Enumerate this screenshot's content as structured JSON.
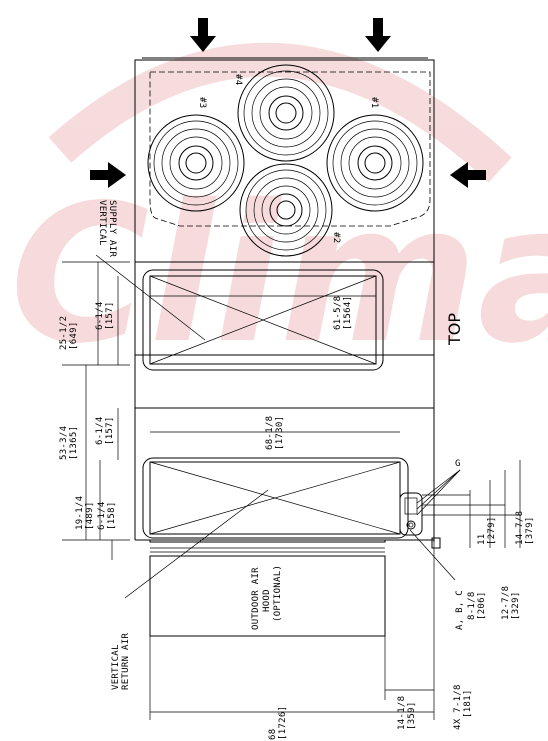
{
  "watermark": {
    "text": "Climapr",
    "colors": {
      "red": "#c9232c",
      "blue": "#1e3a8a"
    }
  },
  "view_label": "TOP",
  "fans": [
    "#1",
    "#2",
    "#3",
    "#4"
  ],
  "labels": {
    "vertical_supply_air": [
      "VERTICAL",
      "SUPPLY AIR"
    ],
    "vertical_return_air": [
      "VERTICAL",
      "RETURN AIR"
    ],
    "outdoor_air_hood": [
      "OUTDOOR AIR",
      "HOOD",
      "(OPTIONAL)"
    ],
    "g_callout": "G",
    "abc_callout": "A, B, C"
  },
  "dimensions": {
    "d_25_1_2": [
      "25-1/2",
      "[649]"
    ],
    "d_6_1_4_a": [
      "6-1/4",
      "[157]"
    ],
    "d_61_5_8": [
      "61-5/8",
      "[1564]"
    ],
    "d_53_3_4": [
      "53-3/4",
      "[1365]"
    ],
    "d_6_1_4_b": [
      "6-1/4",
      "[157]"
    ],
    "d_68_1_8": [
      "68-1/8",
      "[1730]"
    ],
    "d_19_1_4": [
      "19-1/4",
      "[489]"
    ],
    "d_6_1_4_c": [
      "6-1/4",
      "[158]"
    ],
    "d_11": [
      "11",
      "[279]"
    ],
    "d_14_7_8": [
      "14-7/8",
      "[379]"
    ],
    "d_8_1_8": [
      "8-1/8",
      "[206]"
    ],
    "d_12_7_8": [
      "12-7/8",
      "[329]"
    ],
    "d_4x_7_1_8": [
      "4X 7-1/8",
      "[181]"
    ],
    "d_14_1_8": [
      "14-1/8",
      "[359]"
    ],
    "d_68": [
      "68",
      "[1726]"
    ]
  }
}
